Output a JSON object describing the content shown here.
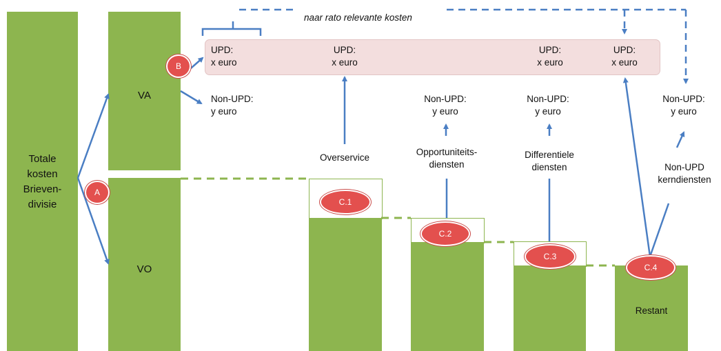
{
  "total": {
    "lines": [
      "Totale",
      "kosten",
      "Brieven-",
      "divisie"
    ]
  },
  "va": {
    "label": "VA"
  },
  "vo": {
    "label": "VO"
  },
  "pro_rata_label": "naar rato relevante kosten",
  "upd": [
    {
      "title": "UPD:",
      "value": "x euro"
    },
    {
      "title": "UPD:",
      "value": "x euro"
    },
    {
      "title": "UPD:",
      "value": "x euro"
    },
    {
      "title": "UPD:",
      "value": "x euro"
    }
  ],
  "nonupd": [
    {
      "title": "Non-UPD:",
      "value": "y euro"
    },
    {
      "title": "Non-UPD:",
      "value": "y euro"
    },
    {
      "title": "Non-UPD:",
      "value": "y euro"
    },
    {
      "title": "Non-UPD:",
      "value": "y euro"
    }
  ],
  "services": {
    "overservice": "Overservice",
    "opportuniteit": [
      "Opportuniteits-",
      "diensten"
    ],
    "differentiele": [
      "Differentiele",
      "diensten"
    ],
    "kern": [
      "Non-UPD",
      "kerndiensten"
    ]
  },
  "restant": "Restant",
  "badges": {
    "a": "A",
    "b": "B",
    "c1": "C.1",
    "c2": "C.2",
    "c3": "C.3",
    "c4": "C.4"
  },
  "colors": {
    "green": "#8db54f",
    "arrow": "#4a7ec3",
    "badge": "#e3504e",
    "band": "#f3dede"
  }
}
